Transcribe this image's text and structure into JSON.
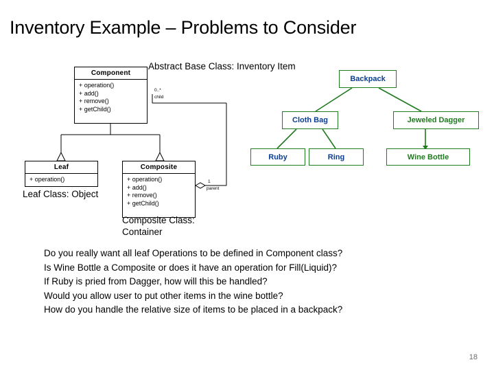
{
  "slide": {
    "title": "Inventory Example – Problems to Consider",
    "page_number": "18"
  },
  "uml": {
    "component": {
      "name": "Component",
      "operations": [
        "+ operation()",
        "+ add()",
        "+ remove()",
        "+ getChild()"
      ]
    },
    "leaf": {
      "name": "Leaf",
      "operations": [
        "+ operation()"
      ]
    },
    "composite": {
      "name": "Composite",
      "operations": [
        "+ operation()",
        "+ add()",
        "+ remove()",
        "+ getChild()"
      ]
    },
    "multiplicity_child": "0..*",
    "role_child": "child",
    "multiplicity_parent": "1",
    "role_parent": "parent"
  },
  "annotations": {
    "component_note": "Abstract Base Class: Inventory Item",
    "leaf_note": "Leaf Class: Object",
    "composite_note": "Composite Class: Container"
  },
  "instances": {
    "backpack": "Backpack",
    "cloth_bag": "Cloth Bag",
    "jeweled_dagger": "Jeweled Dagger",
    "ruby": "Ruby",
    "ring": "Ring",
    "wine_bottle": "Wine Bottle"
  },
  "questions": [
    "Do you really want all leaf Operations to be defined in Component class?",
    "Is Wine Bottle a Composite or does it have an operation for Fill(Liquid)?",
    "If Ruby is pried from Dagger, how will this be handled?",
    "Would you allow user to put other items in the wine bottle?",
    "How do you handle the relative size of items to be placed in a backpack?"
  ],
  "colors": {
    "instance_border": "#1f7a1f",
    "instance_text_blue": "#0b3d91",
    "instance_text_green": "#1f7a1f",
    "page_number": "#6b6b6b"
  }
}
